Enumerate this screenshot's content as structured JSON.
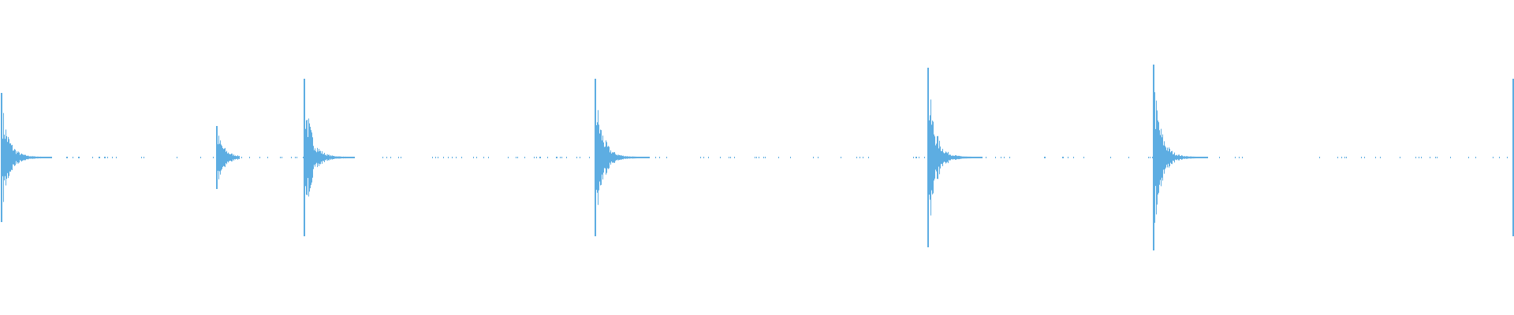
{
  "waveform": {
    "color": "#5dade2",
    "background": "#ffffff",
    "transient_peaks": [
      0.41,
      0.2,
      0.5,
      0.5,
      0.57,
      0.59,
      0.5
    ]
  }
}
